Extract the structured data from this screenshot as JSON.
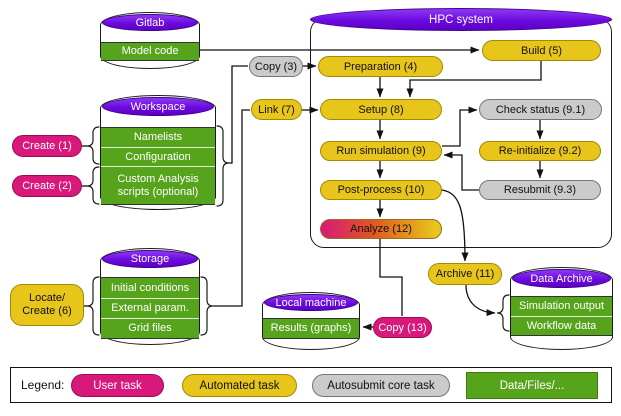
{
  "colors": {
    "purple": "#6C0ADF",
    "purple_dark": "#43008F",
    "green": "#56A41C",
    "yellow": "#E7C51B",
    "yellow_dark": "#A18A00",
    "pink": "#D8187A",
    "pink_dark": "#9E0B55",
    "gray": "#CBCBCB",
    "gray_dark": "#757575",
    "line": "#111111"
  },
  "hpc": {
    "title": "HPC system"
  },
  "cylinders": {
    "gitlab": {
      "title": "Gitlab",
      "items": [
        "Model code"
      ]
    },
    "workspace": {
      "title": "Workspace",
      "items": [
        "Namelists",
        "Configuration",
        "Custom Analysis scripts (optional)"
      ]
    },
    "storage": {
      "title": "Storage",
      "items": [
        "Initial conditions",
        "External param.",
        "Grid files"
      ]
    },
    "local_machine": {
      "title": "Local machine",
      "items": [
        "Results (graphs)"
      ]
    },
    "data_archive": {
      "title": "Data Archive",
      "items": [
        "Simulation output",
        "Workflow data"
      ]
    }
  },
  "tasks": {
    "create1": "Create (1)",
    "create2": "Create (2)",
    "copy3": "Copy (3)",
    "preparation4": "Preparation (4)",
    "build5": "Build (5)",
    "locate_create6": "Locate/\nCreate (6)",
    "link7": "Link (7)",
    "setup8": "Setup (8)",
    "run_simulation9": "Run simulation (9)",
    "check_status91": "Check status (9.1)",
    "reinitialize92": "Re-initialize (9.2)",
    "resubmit93": "Resubmit (9.3)",
    "postprocess10": "Post-process (10)",
    "archive11": "Archive (11)",
    "analyze12": "Analyze (12)",
    "copy13": "Copy (13)"
  },
  "legend": {
    "label": "Legend:",
    "items": [
      {
        "label": "User task",
        "type": "user-task"
      },
      {
        "label": "Automated task",
        "type": "automated-task"
      },
      {
        "label": "Autosubmit core task",
        "type": "autosubmit-core-task"
      },
      {
        "label": "Data/Files/...",
        "type": "data-files"
      }
    ]
  }
}
